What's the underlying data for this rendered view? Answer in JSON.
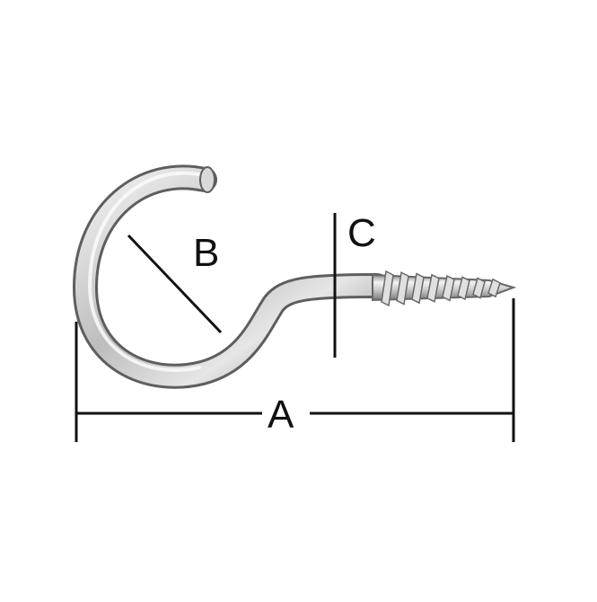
{
  "diagram": {
    "labels": {
      "a": "A",
      "b": "B",
      "c": "C"
    },
    "colors": {
      "line": "#111111",
      "metal_dark": "#6e6e6e",
      "metal_mid": "#a9a9a9",
      "metal_light": "#eeeeee"
    }
  }
}
